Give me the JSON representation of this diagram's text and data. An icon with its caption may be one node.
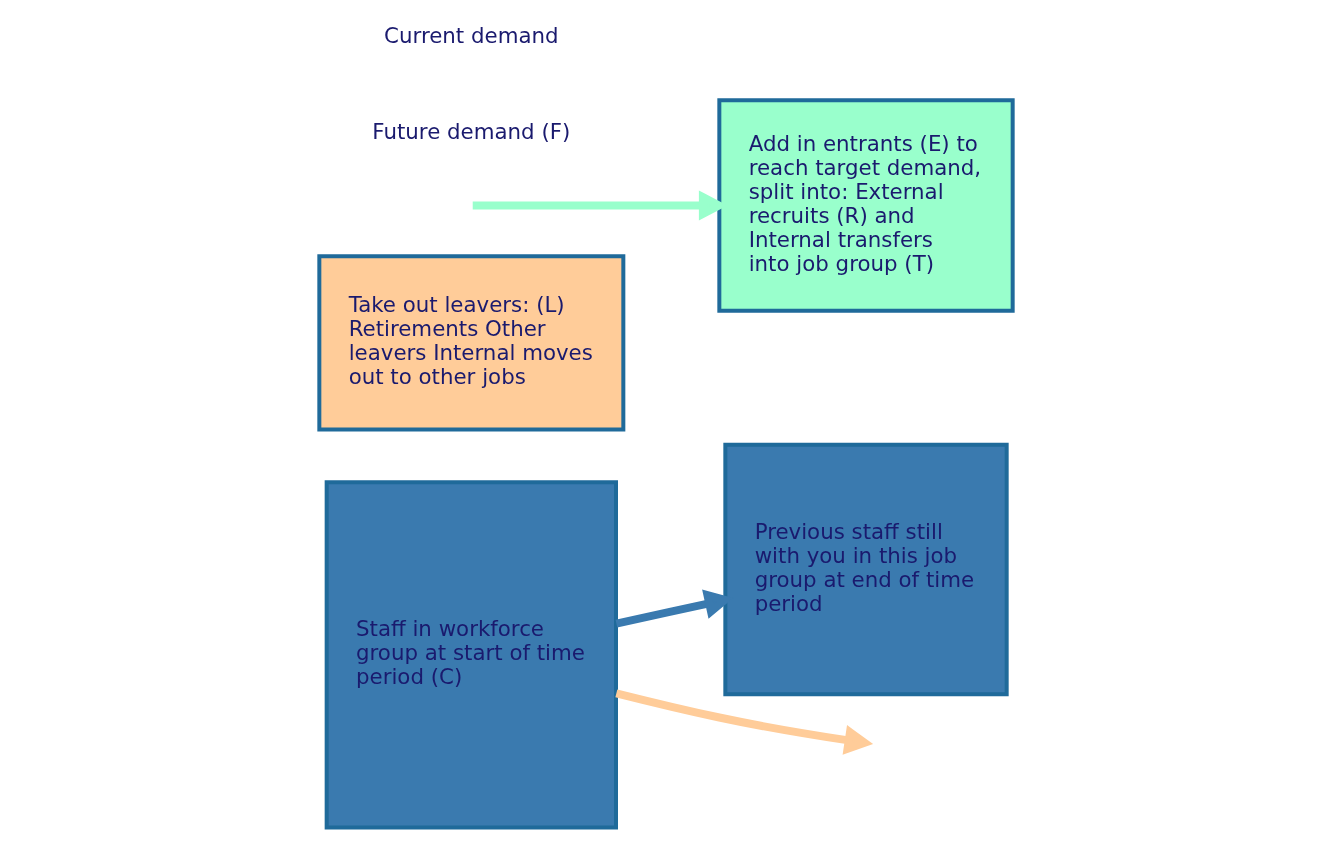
{
  "diagram": {
    "nodes": [
      {
        "text": [
          "Staff in workforce group at start of time period (C)"
        ]
      },
      {
        "text": [
          "Take out leavers: (L) Retirements Other leavers Internal moves out to other jobs"
        ]
      },
      {
        "text": [
          "Add in entrants (E) to reach target demand, split into: External recruits (R) and Internal transfers into job group (T)"
        ]
      },
      {
        "text": [
          "Previous staff still with you in this job group at end of time period"
        ]
      }
    ],
    "edges": [
      {
        "from": 0,
        "to": 3,
        "arrow": "to",
        "color": "#3a7aaf"
      },
      {
        "from": 0,
        "to": null,
        "arrow": "to",
        "color": "#ffcc99"
      },
      {
        "from": null,
        "to": 2,
        "arrow": "to",
        "color": "#99ffcc"
      }
    ],
    "labels": [
      "Future demand (F)",
      "Current demand"
    ]
  }
}
